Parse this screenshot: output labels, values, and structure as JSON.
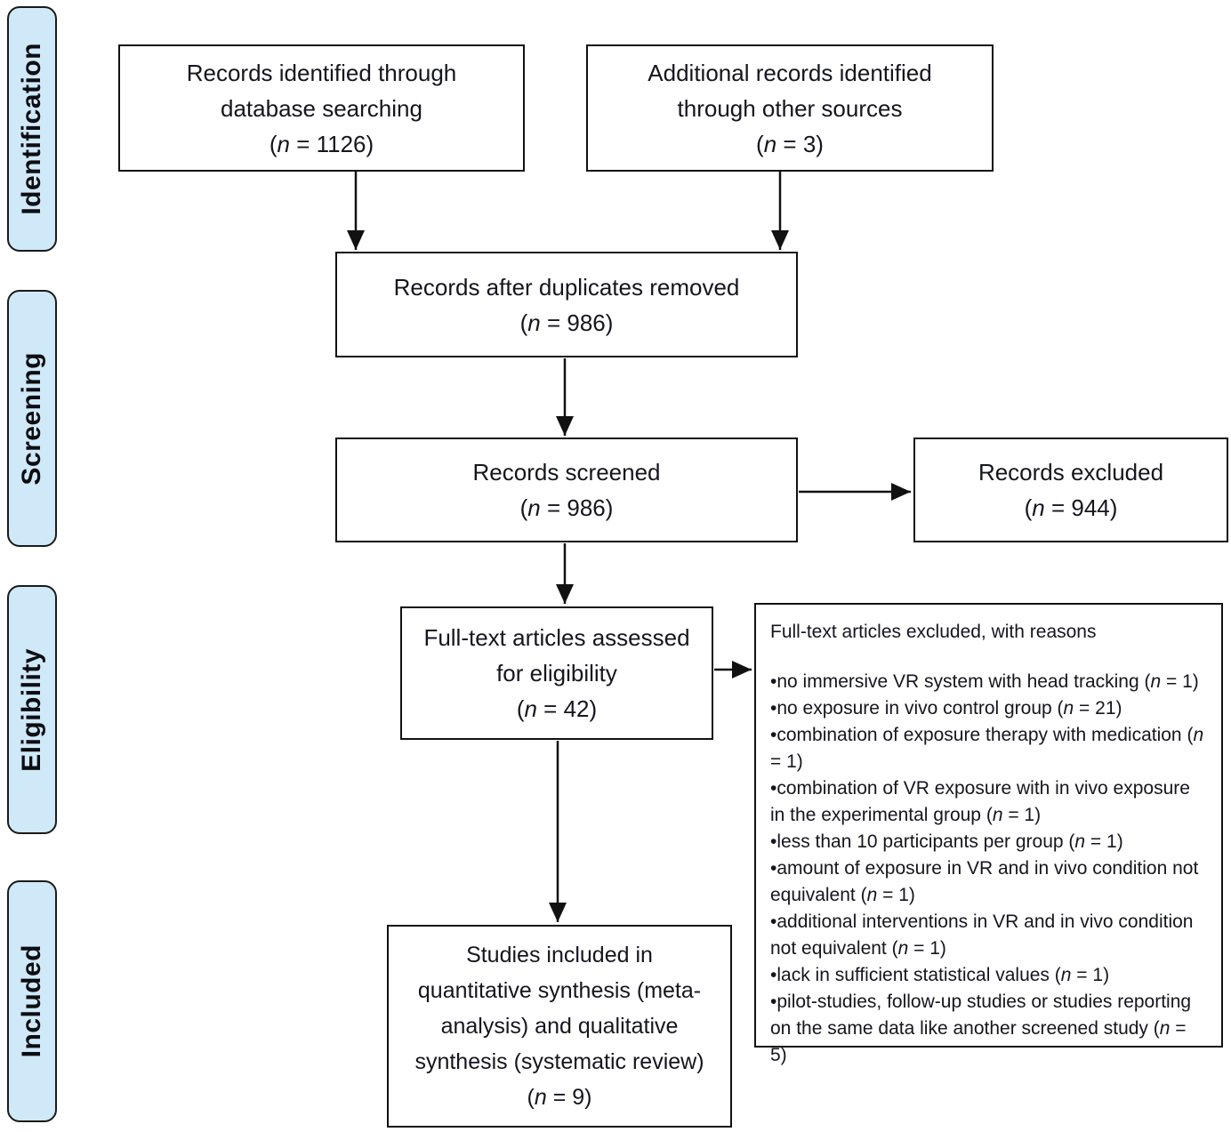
{
  "colors": {
    "stage_fill": "#cfe9f9",
    "stage_border": "#1a1a1a",
    "box_border": "#111111",
    "box_fill": "#ffffff",
    "text": "#15151f"
  },
  "stages": [
    {
      "label": "Identification"
    },
    {
      "label": "Screening"
    },
    {
      "label": "Eligibility"
    },
    {
      "label": "Included"
    }
  ],
  "boxes": {
    "identified_db": {
      "lines": [
        "Records identified through",
        "database searching",
        "(*n* = 1126)"
      ]
    },
    "identified_other": {
      "lines": [
        "Additional records identified",
        "through other sources",
        "(*n* = 3)"
      ]
    },
    "after_duplicates": {
      "lines": [
        "Records after duplicates removed",
        "(*n* = 986)"
      ]
    },
    "screened": {
      "lines": [
        "Records screened",
        "(*n* = 986)"
      ]
    },
    "excluded": {
      "lines": [
        "Records excluded",
        "(*n* = 944)"
      ]
    },
    "fulltext_assessed": {
      "lines": [
        "Full-text articles assessed",
        "for eligibility",
        "(*n* = 42)"
      ]
    },
    "fulltext_excluded": {
      "heading": "Full-text articles excluded, with reasons",
      "items": [
        "•no immersive VR system with head tracking (*n* = 1)",
        "•no exposure in vivo control group (*n* = 21)",
        "•combination of exposure therapy with medication (*n* = 1)",
        "•combination of VR exposure with in vivo exposure in the experimental group (*n* = 1)",
        "•less than 10 participants per group (*n* = 1)",
        "•amount of exposure in VR and in vivo condition not equivalent (*n* = 1)",
        "•additional interventions in VR and in vivo condition not equivalent (*n* = 1)",
        "•lack in sufficient statistical values (*n* = 1)",
        "•pilot-studies, follow-up studies or studies reporting on the same data like another screened study (*n* = 5)"
      ]
    },
    "included_studies": {
      "lines": [
        "Studies included in",
        "quantitative synthesis (meta-",
        "analysis) and qualitative",
        "synthesis (systematic review)",
        "(*n* = 9)"
      ]
    }
  }
}
